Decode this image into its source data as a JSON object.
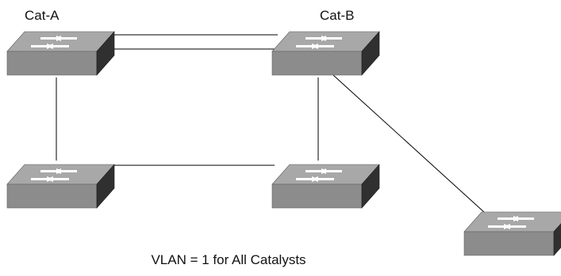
{
  "labels": {
    "cat_a": "Cat-A",
    "cat_b": "Cat-B"
  },
  "caption": "VLAN = 1 for All Catalysts",
  "icons": {
    "switch": "network-switch-icon",
    "count": 5
  },
  "colors": {
    "switch_top": "#a8a8a8",
    "switch_front": "#8c8c8c",
    "switch_side": "#303030",
    "arrows": "#ffffff",
    "links": "#000000"
  }
}
